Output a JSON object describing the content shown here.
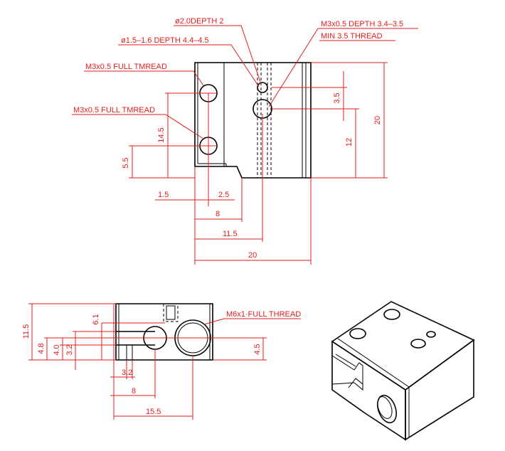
{
  "colors": {
    "annotation": "#e31b1b",
    "part": "#000000",
    "background": "#ffffff"
  },
  "top_view": {
    "callouts": {
      "hole_2_0": "ø2.0DEPTH 2",
      "hole_1_5": "ø1.5–1.6 DEPTH 4.4–4.5",
      "thread_m3_depth": "M3x0.5 DEPTH 3.4–3.5",
      "thread_min": "MIN 3.5 THREAD",
      "m3_full_1": "M3x0.5 FULL TMREAD",
      "m3_full_2": "M3x0.5 FULL TMREAD"
    },
    "dims": {
      "d3_5": "3.5",
      "d20_v": "20",
      "d12": "12",
      "d14_5": "14.5",
      "d5_5": "5.5",
      "d1_5": "1.5",
      "d2_5": "2.5",
      "d8": "8",
      "d11_5": "11.5",
      "d20_h": "20"
    }
  },
  "side_view": {
    "callout": "M6x1·FULL THREAD",
    "dims": {
      "d11_5": "11.5",
      "d4_8": "4.8",
      "d4_0": "4.0",
      "d3_2": "3.2",
      "d6_1": "6.1",
      "d4_5": "4.5",
      "d3_2_h": "3.2",
      "d8": "8",
      "d15_5": "15.5"
    }
  },
  "iso_view": {
    "name": "isometric-view"
  }
}
